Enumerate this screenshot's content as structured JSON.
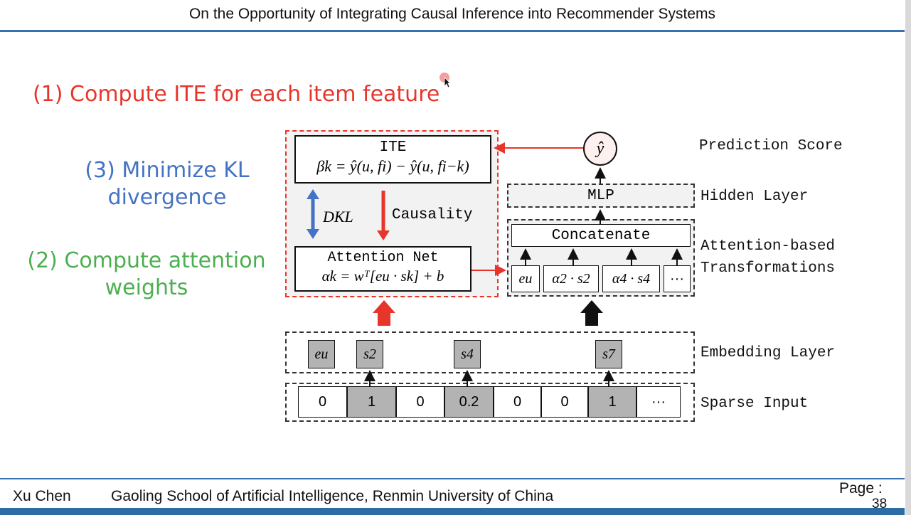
{
  "header": {
    "title": "On the Opportunity of Integrating Causal Inference into Recommender Systems"
  },
  "steps": {
    "step1": "(1) Compute ITE for each item feature",
    "step2_line1": "(2) Compute attention",
    "step2_line2": "weights",
    "step3_line1": "(3) Minimize KL",
    "step3_line2": "divergence"
  },
  "diagram": {
    "ite_title": "ITE",
    "ite_formula": "βk = ŷ(u, fi) − ŷ(u, fi−k)",
    "dkl_label": "DKL",
    "causality_label": "Causality",
    "attention_title": "Attention Net",
    "attention_formula": "αk = wᵀ[eu · sk] + b",
    "yhat": "ŷ",
    "mlp": "MLP",
    "concatenate": "Concatenate",
    "transform_cells": [
      "eu",
      "α2 · s2",
      "α4 · s4",
      "···"
    ],
    "embedding_cells": [
      "eu",
      "s2",
      "s4",
      "s7"
    ],
    "sparse_input": [
      {
        "v": "0",
        "shaded": false
      },
      {
        "v": "1",
        "shaded": true
      },
      {
        "v": "0",
        "shaded": false
      },
      {
        "v": "0.2",
        "shaded": true
      },
      {
        "v": "0",
        "shaded": false
      },
      {
        "v": "0",
        "shaded": false
      },
      {
        "v": "1",
        "shaded": true
      },
      {
        "v": "···",
        "shaded": false
      }
    ],
    "layer_labels": {
      "prediction": "Prediction Score",
      "hidden": "Hidden Layer",
      "attention_line1": "Attention-based",
      "attention_line2": "Transformations",
      "embedding": "Embedding Layer",
      "sparse": "Sparse Input"
    }
  },
  "footer": {
    "author": "Xu Chen",
    "affiliation": "Gaoling School of Artificial Intelligence, Renmin University of China",
    "page_label": "Page :",
    "page_number": "38"
  },
  "colors": {
    "red": "#e8352b",
    "blue": "#4472c4",
    "green": "#4caf50",
    "rule": "#3a6fb0"
  }
}
